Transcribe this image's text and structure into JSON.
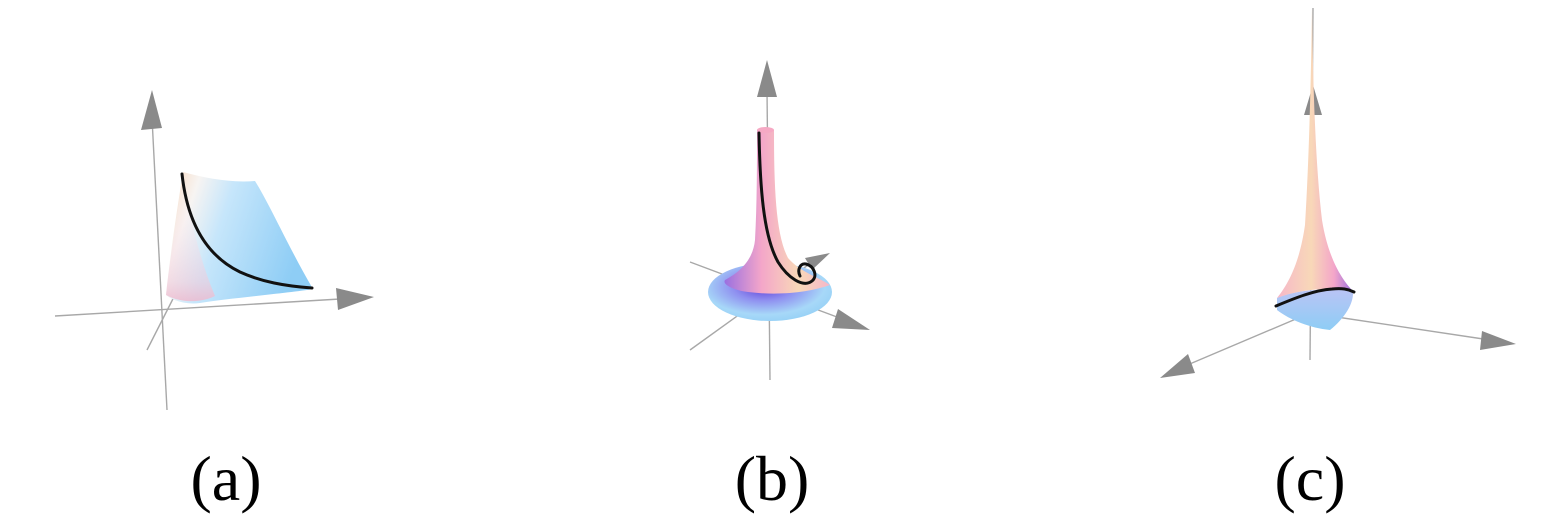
{
  "figure": {
    "panels": [
      {
        "id": "a",
        "caption": "(a)"
      },
      {
        "id": "b",
        "caption": "(b)"
      },
      {
        "id": "c",
        "caption": "(c)"
      }
    ],
    "colors": {
      "axis": "#a8a8a8",
      "arrowhead": "#8a8a8a",
      "curve": "#111111",
      "surface_blue": "#8ecdf5",
      "surface_pink": "#f6b7c9",
      "surface_purple": "#9a6fe0",
      "surface_peach": "#f8d8b8"
    }
  }
}
